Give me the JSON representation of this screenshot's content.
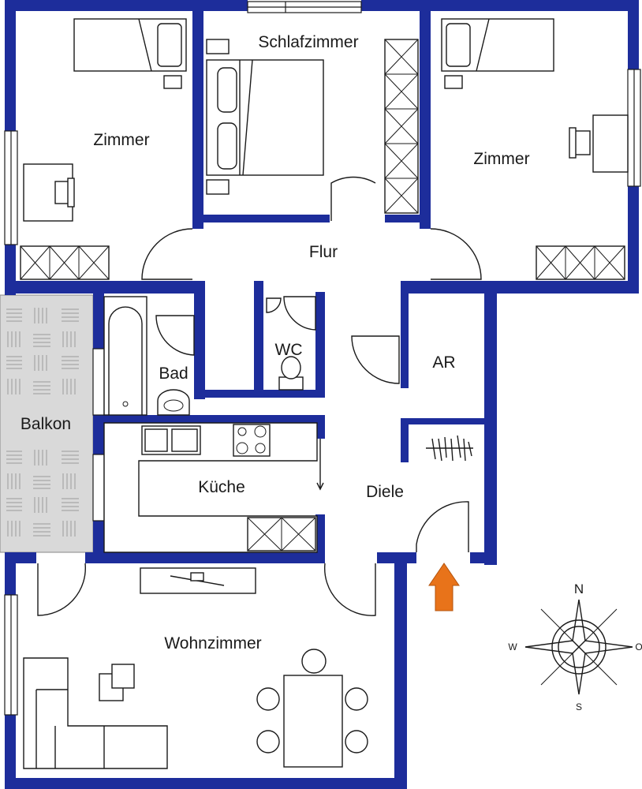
{
  "plan": {
    "rooms": {
      "zimmer_left": "Zimmer",
      "schlafzimmer": "Schlafzimmer",
      "zimmer_right": "Zimmer",
      "flur": "Flur",
      "bad": "Bad",
      "wc": "WC",
      "ar": "AR",
      "balkon": "Balkon",
      "kueche": "Küche",
      "diele": "Diele",
      "wohnzimmer": "Wohnzimmer"
    },
    "compass": {
      "north": "N",
      "south": "S",
      "west": "W",
      "east": "O"
    },
    "colors": {
      "wall": "#1d2d9b",
      "entrance_arrow": "#e8731a",
      "balcony": "#d9d9d9"
    }
  }
}
